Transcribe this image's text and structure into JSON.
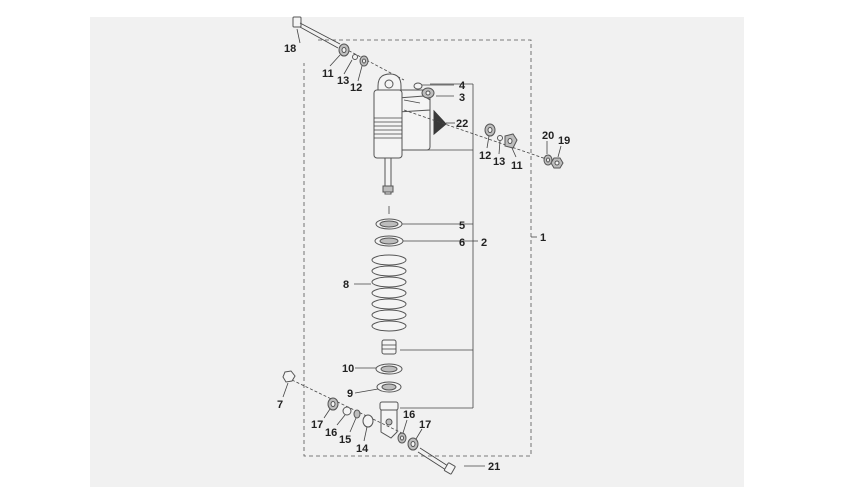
{
  "diagram": {
    "labels": {
      "l1": "1",
      "l2": "2",
      "l3": "3",
      "l4": "4",
      "l5": "5",
      "l6": "6",
      "l7": "7",
      "l8": "8",
      "l9": "9",
      "l10": "10",
      "l11a": "11",
      "l11b": "11",
      "l12a": "12",
      "l12b": "12",
      "l13a": "13",
      "l13b": "13",
      "l14": "14",
      "l15": "15",
      "l16a": "16",
      "l16b": "16",
      "l17a": "17",
      "l17b": "17",
      "l18": "18",
      "l19": "19",
      "l20": "20",
      "l21": "21",
      "l22": "22"
    }
  }
}
